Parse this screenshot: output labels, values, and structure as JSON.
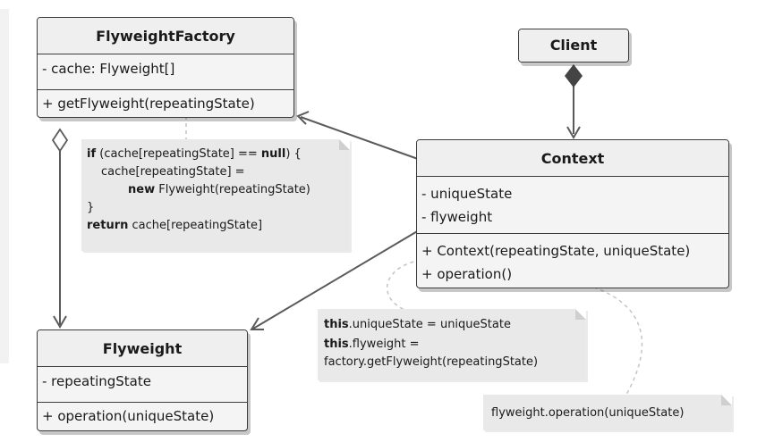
{
  "factory": {
    "title": "FlyweightFactory",
    "fields": [
      "- cache: Flyweight[]"
    ],
    "methods": [
      "+ getFlyweight(repeatingState)"
    ]
  },
  "client": {
    "title": "Client"
  },
  "context": {
    "title": "Context",
    "fields": [
      "- uniqueState",
      "- flyweight"
    ],
    "methods": [
      "+ Context(repeatingState, uniqueState)",
      "+ operation()"
    ]
  },
  "flyweight": {
    "title": "Flyweight",
    "fields": [
      "- repeatingState"
    ],
    "methods": [
      "+ operation(uniqueState)"
    ]
  },
  "notes": {
    "factory_code": {
      "line1_kw": "if",
      "line1_a": " (cache[repeatingState] == ",
      "line1_null": "null",
      "line1_b": ") {",
      "line2": "cache[repeatingState] =",
      "line3_kw": "new",
      "line3_rest": " Flyweight(repeatingState)",
      "line4": "}",
      "line5_kw": "return",
      "line5_rest": " cache[repeatingState]"
    },
    "context_ctor": {
      "line1_kw": "this",
      "line1_rest": ".uniqueState = uniqueState",
      "line2_kw": "this",
      "line2_rest": ".flyweight =",
      "line3": "factory.getFlyweight(repeatingState)"
    },
    "operation": {
      "text": "flyweight.operation(uniqueState)"
    }
  }
}
